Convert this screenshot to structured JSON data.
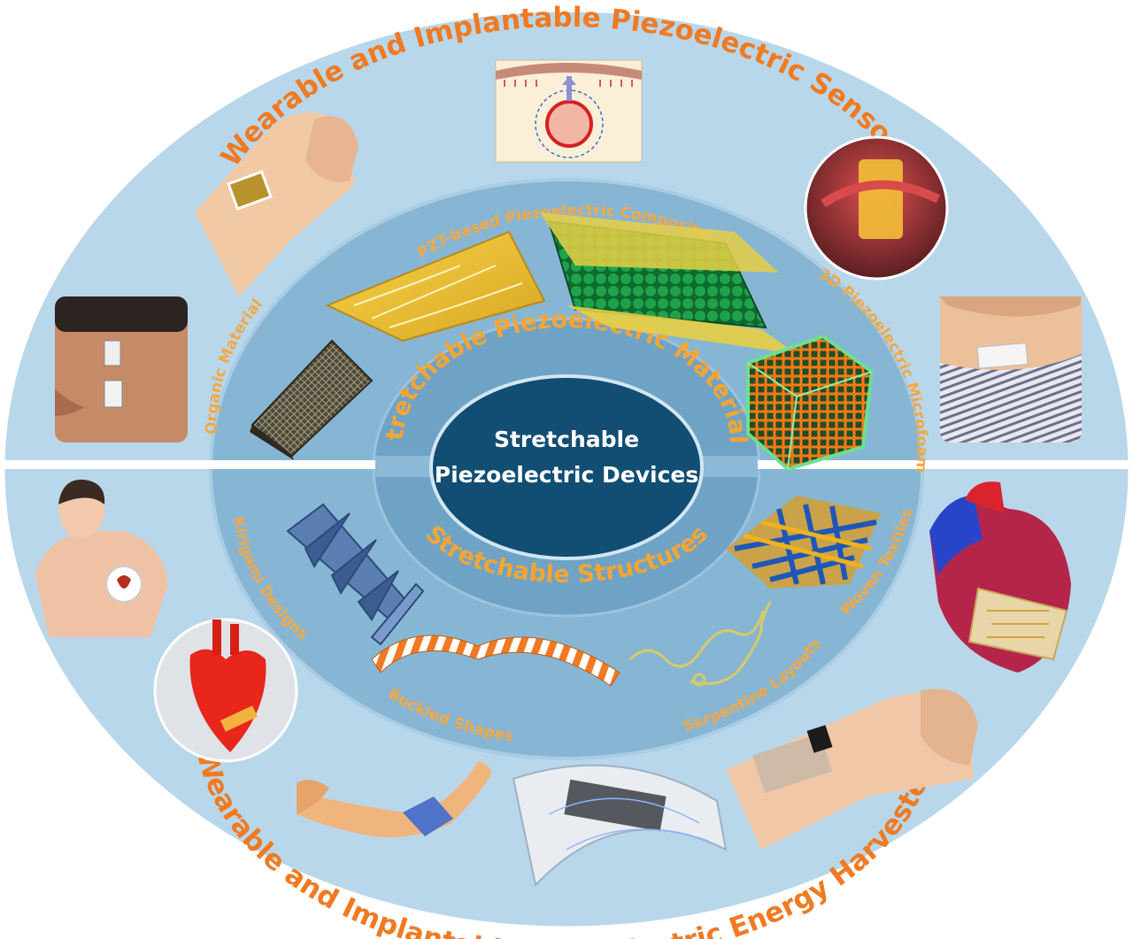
{
  "center": {
    "line1": "Stretchable",
    "line2": "Piezoelectric Devices"
  },
  "outer": {
    "top_title": "Wearable and Implantable Piezoelectric Sensors",
    "bottom_title": "Wearable and Implantable Piezoelectric Energy Harvesters"
  },
  "middle": {
    "materials_title": "Stretchable Piezoelectric Materials",
    "structures_title": "Stretchable Structures"
  },
  "materials": {
    "pzt": "PZT-based Piezoelectric Composite",
    "microfoam": "3D Piezoelectric Microfoam",
    "organic": "Organic Material"
  },
  "structures": {
    "kirigami": "Kirigami Designs",
    "buckled": "Buckled Shapes",
    "serpentine": "Serpentine Layouts",
    "woven": "Woven Textiles"
  },
  "colors": {
    "outer_ring": "#b9d7ea",
    "middle_ring": "#86b6d4",
    "inner_ring": "#6fa3c6",
    "center": "#124d73",
    "accent_orange": "#f07a22"
  }
}
